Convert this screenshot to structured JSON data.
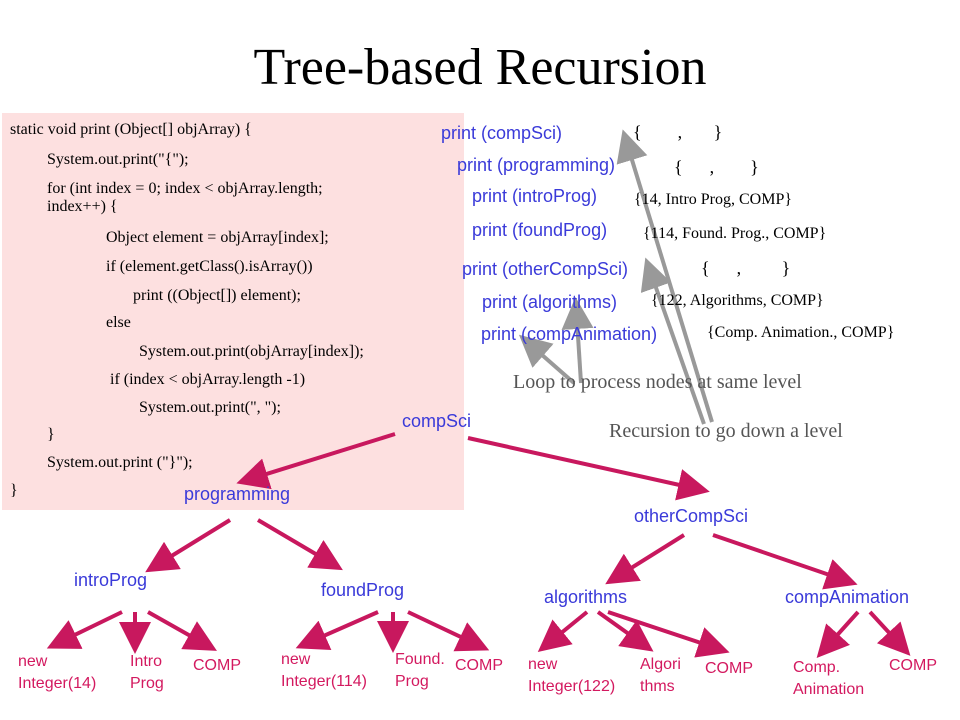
{
  "title": "Tree-based Recursion",
  "code": [
    "static void print (Object[] objArray) {",
    "System.out.print(\"{\");",
    "for (int index = 0; index < objArray.length;",
    "index++) {",
    "Object element = objArray[index];",
    "if (element.getClass().isArray())",
    "print ((Object[]) element);",
    "else",
    "System.out.print(objArray[index]);",
    "if (index < objArray.length -1)",
    "System.out.print(\", \");",
    "}",
    "System.out.print (\"}\");",
    "}"
  ],
  "trace": {
    "compSci": "print (compSci)",
    "programming": "print (programming)",
    "introProg": "print (introProg)",
    "foundProg": "print (foundProg)",
    "otherCompSci": "print (otherCompSci)",
    "algorithms": "print (algorithms)",
    "compAnimation": "print (compAnimation)"
  },
  "braces": {
    "compSci": "{        ,       }",
    "programming": "{      ,        }",
    "otherCompSci": "{      ,         }"
  },
  "values": {
    "introProg": "{14, Intro Prog, COMP}",
    "foundProg": "{114, Found. Prog., COMP}",
    "algorithms": "{122, Algorithms, COMP}",
    "compAnimation": "{Comp. Animation., COMP}"
  },
  "notes": {
    "loop": "Loop to process nodes at same level",
    "recursion": "Recursion to go down a level"
  },
  "tree": {
    "compSci": "compSci",
    "programming": "programming",
    "otherCompSci": "otherCompSci",
    "introProg": "introProg",
    "foundProg": "foundProg",
    "algorithms": "algorithms",
    "compAnimation": "compAnimation"
  },
  "leaves": {
    "intro_1": "new Integer(14)",
    "intro_2": "Intro Prog",
    "intro_3": "COMP",
    "found_1": "new Integer(114)",
    "found_2": "Found. Prog",
    "found_3": "COMP",
    "algo_1": "new Integer(122)",
    "algo_2": "Algori thms",
    "algo_3": "COMP",
    "anim_1": "Comp. Animation",
    "anim_2": "COMP"
  },
  "colors": {
    "edge": "#c8185e",
    "trace_text": "#3a3ad9",
    "note_text": "#555555",
    "code_background": "#fde0e0",
    "arrow": "#999999"
  }
}
